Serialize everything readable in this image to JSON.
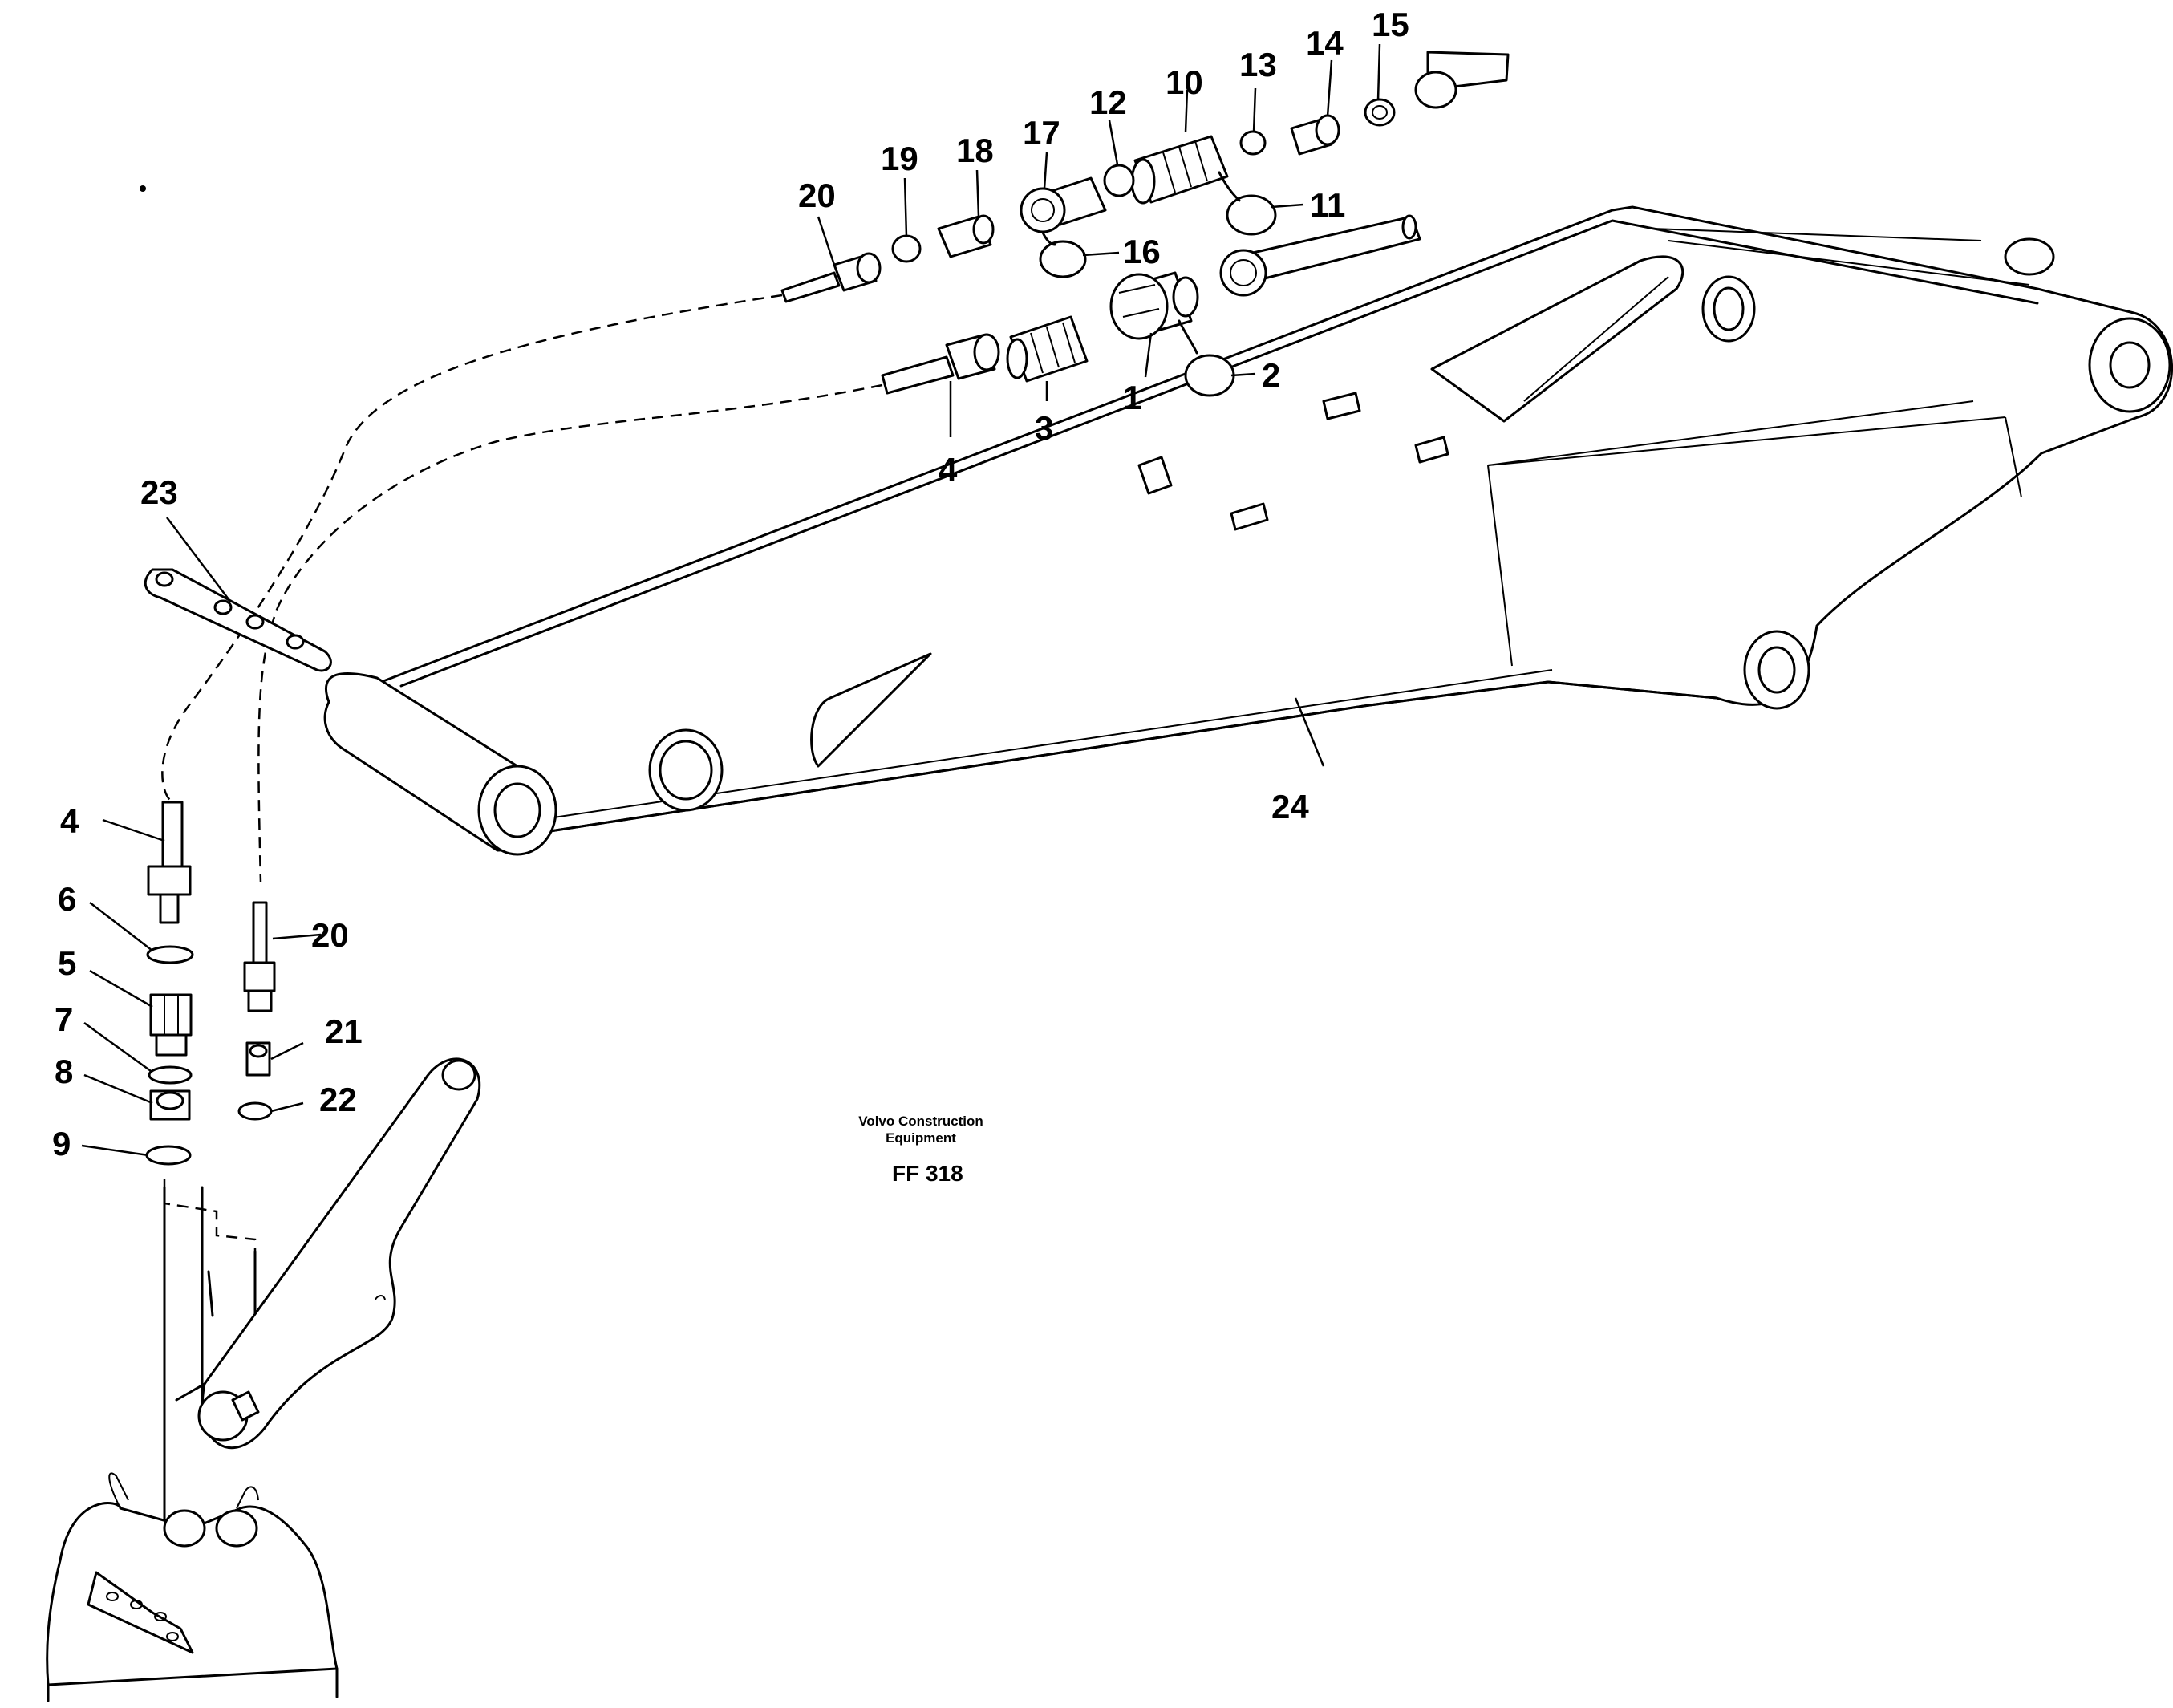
{
  "callouts": [
    {
      "id": "c1",
      "label": "1"
    },
    {
      "id": "c2",
      "label": "2"
    },
    {
      "id": "c3",
      "label": "3"
    },
    {
      "id": "c4a",
      "label": "4"
    },
    {
      "id": "c4b",
      "label": "4"
    },
    {
      "id": "c5",
      "label": "5"
    },
    {
      "id": "c6",
      "label": "6"
    },
    {
      "id": "c7",
      "label": "7"
    },
    {
      "id": "c8",
      "label": "8"
    },
    {
      "id": "c9",
      "label": "9"
    },
    {
      "id": "c10",
      "label": "10"
    },
    {
      "id": "c11",
      "label": "11"
    },
    {
      "id": "c12",
      "label": "12"
    },
    {
      "id": "c13",
      "label": "13"
    },
    {
      "id": "c14",
      "label": "14"
    },
    {
      "id": "c15",
      "label": "15"
    },
    {
      "id": "c16",
      "label": "16"
    },
    {
      "id": "c17",
      "label": "17"
    },
    {
      "id": "c18",
      "label": "18"
    },
    {
      "id": "c19",
      "label": "19"
    },
    {
      "id": "c20a",
      "label": "20"
    },
    {
      "id": "c20b",
      "label": "20"
    },
    {
      "id": "c21",
      "label": "21"
    },
    {
      "id": "c22",
      "label": "22"
    },
    {
      "id": "c23",
      "label": "23"
    },
    {
      "id": "c24",
      "label": "24"
    }
  ],
  "caption": {
    "line1": "Volvo Construction",
    "line2": "Equipment",
    "code": "FF 318"
  }
}
